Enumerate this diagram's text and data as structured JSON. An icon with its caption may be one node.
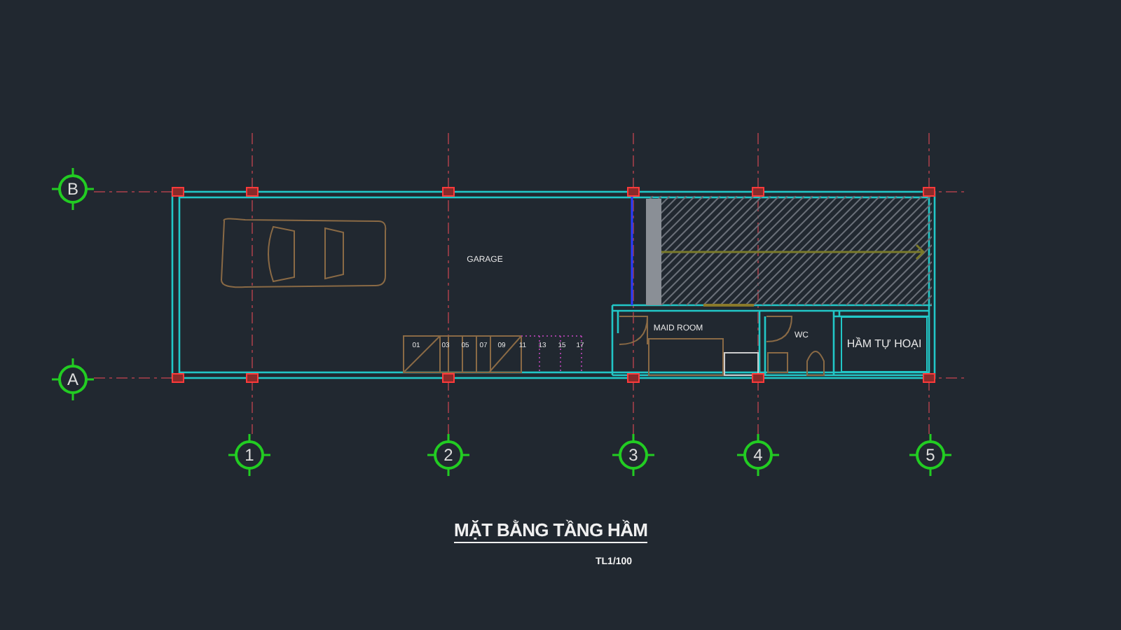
{
  "diagram": {
    "title": "MẶT BẰNG TẦNG HẦM",
    "caption": "TL1/100",
    "nodes": [
      {
        "text": [
          "1"
        ]
      },
      {
        "text": [
          "2"
        ]
      },
      {
        "text": [
          "3"
        ]
      },
      {
        "text": [
          "4"
        ]
      },
      {
        "text": [
          "5"
        ]
      },
      {
        "text": [
          "B"
        ]
      },
      {
        "text": [
          "A"
        ]
      },
      {
        "text": [
          "GARAGE"
        ]
      },
      {
        "text": [
          "MAID ROOM"
        ]
      },
      {
        "text": [
          "WC"
        ]
      },
      {
        "text": [
          "HẦM TỰ HOẠI"
        ]
      }
    ],
    "edges": [],
    "labels": [
      "01",
      "03",
      "05",
      "07",
      "09",
      "11",
      "13",
      "15",
      "17"
    ]
  }
}
